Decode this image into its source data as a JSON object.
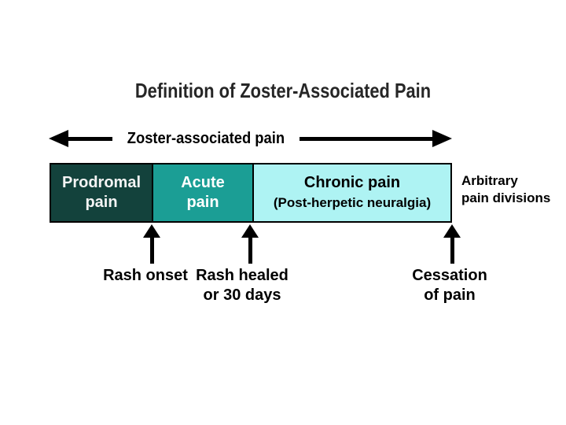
{
  "page": {
    "background": "#ffffff"
  },
  "title": "Definition of Zoster-Associated Pain",
  "span_arrow": {
    "label": "Zoster-associated pain"
  },
  "bar": {
    "segments": [
      {
        "label_line1": "Prodromal",
        "label_line2": "pain",
        "bg": "#13423c",
        "text_color": "#f4f4f4"
      },
      {
        "label_line1": "Acute",
        "label_line2": "pain",
        "bg": "#1b9e95",
        "text_color": "#ffffff"
      },
      {
        "label_line1": "Chronic pain",
        "label_line2": "(Post-herpetic neuralgia)",
        "bg": "#aef3f3",
        "text_color": "#000000"
      }
    ],
    "side_note_line1": "Arbitrary",
    "side_note_line2": "pain divisions"
  },
  "markers": [
    {
      "label_line1": "Rash onset",
      "label_line2": ""
    },
    {
      "label_line1": "Rash healed",
      "label_line2": "or 30 days"
    },
    {
      "label_line1": "Cessation",
      "label_line2": "of pain"
    }
  ],
  "colors": {
    "arrow": "#000000",
    "bar_border": "#000000",
    "title_text": "#262626"
  }
}
